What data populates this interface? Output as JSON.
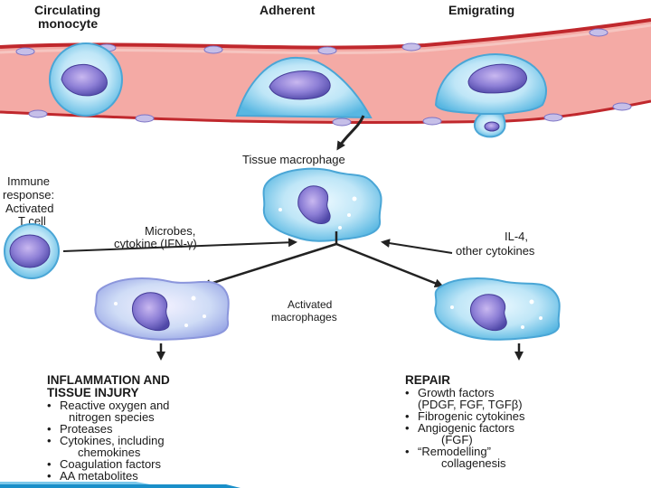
{
  "stages": {
    "circulating": [
      "Circulating",
      "monocyte"
    ],
    "adherent": "Adherent",
    "emigrating": "Emigrating"
  },
  "tissue_macrophage": "Tissue macrophage",
  "immune_response": [
    "Immune",
    "response:",
    "Activated",
    "T cell"
  ],
  "classical_signal": [
    "Microbes,",
    "cytokine (IFN-γ)"
  ],
  "alternative_signal": [
    "IL-4,",
    "other cytokines"
  ],
  "activated_label": [
    "Activated",
    "macrophages"
  ],
  "inflammation": {
    "heading": [
      "INFLAMMATION AND",
      "TISSUE INJURY"
    ],
    "items": [
      [
        "Reactive oxygen and",
        "nitrogen species"
      ],
      [
        "Proteases"
      ],
      [
        "Cytokines, including",
        "chemokines"
      ],
      [
        "Coagulation factors"
      ],
      [
        "AA metabolites"
      ]
    ]
  },
  "repair": {
    "heading": "REPAIR",
    "items": [
      [
        "Growth factors",
        "(PDGF, FGF, TGFβ)"
      ],
      [
        "Fibrogenic cytokines"
      ],
      [
        "Angiogenic factors",
        "(FGF)"
      ],
      [
        "“Remodelling”",
        "collagenesis"
      ]
    ]
  },
  "colors": {
    "vessel": "#f4aaa5",
    "vessel_edge": "#c0282d",
    "cell_fill": "#bfe6f7",
    "cell_edge": "#5ab8e2",
    "nucleus": "#7467c9",
    "arrow": "#222222",
    "bar": "#1a8fc9"
  }
}
